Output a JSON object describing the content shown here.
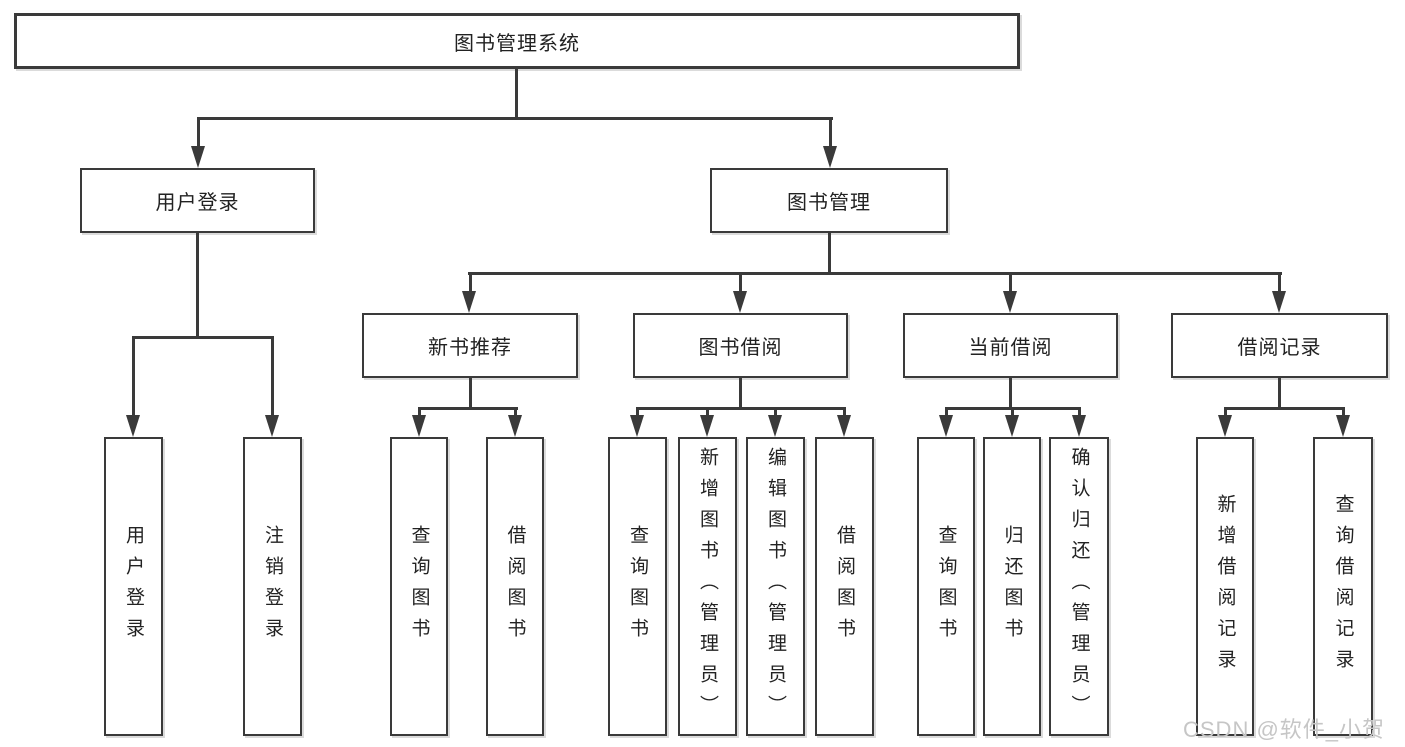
{
  "diagram_title": "图书管理系统",
  "tree": {
    "label": "图书管理系统",
    "children": [
      {
        "label": "用户登录",
        "children": [
          {
            "label": "用户登录"
          },
          {
            "label": "注销登录"
          }
        ]
      },
      {
        "label": "图书管理",
        "children": [
          {
            "label": "新书推荐",
            "children": [
              {
                "label": "查询图书"
              },
              {
                "label": "借阅图书"
              }
            ]
          },
          {
            "label": "图书借阅",
            "children": [
              {
                "label": "查询图书"
              },
              {
                "label": "新增图书（管理员）"
              },
              {
                "label": "编辑图书（管理员）"
              },
              {
                "label": "借阅图书"
              }
            ]
          },
          {
            "label": "当前借阅",
            "children": [
              {
                "label": "查询图书"
              },
              {
                "label": "归还图书"
              },
              {
                "label": "确认归还（管理员）"
              }
            ]
          },
          {
            "label": "借阅记录",
            "children": [
              {
                "label": "新增借阅记录"
              },
              {
                "label": "查询借阅记录"
              }
            ]
          }
        ]
      }
    ]
  },
  "watermark": "CSDN @软件_小贺同学",
  "colors": {
    "line": "#3a3a3a",
    "text": "#222222",
    "watermark": "#c6c6c6",
    "bg": "#ffffff"
  }
}
